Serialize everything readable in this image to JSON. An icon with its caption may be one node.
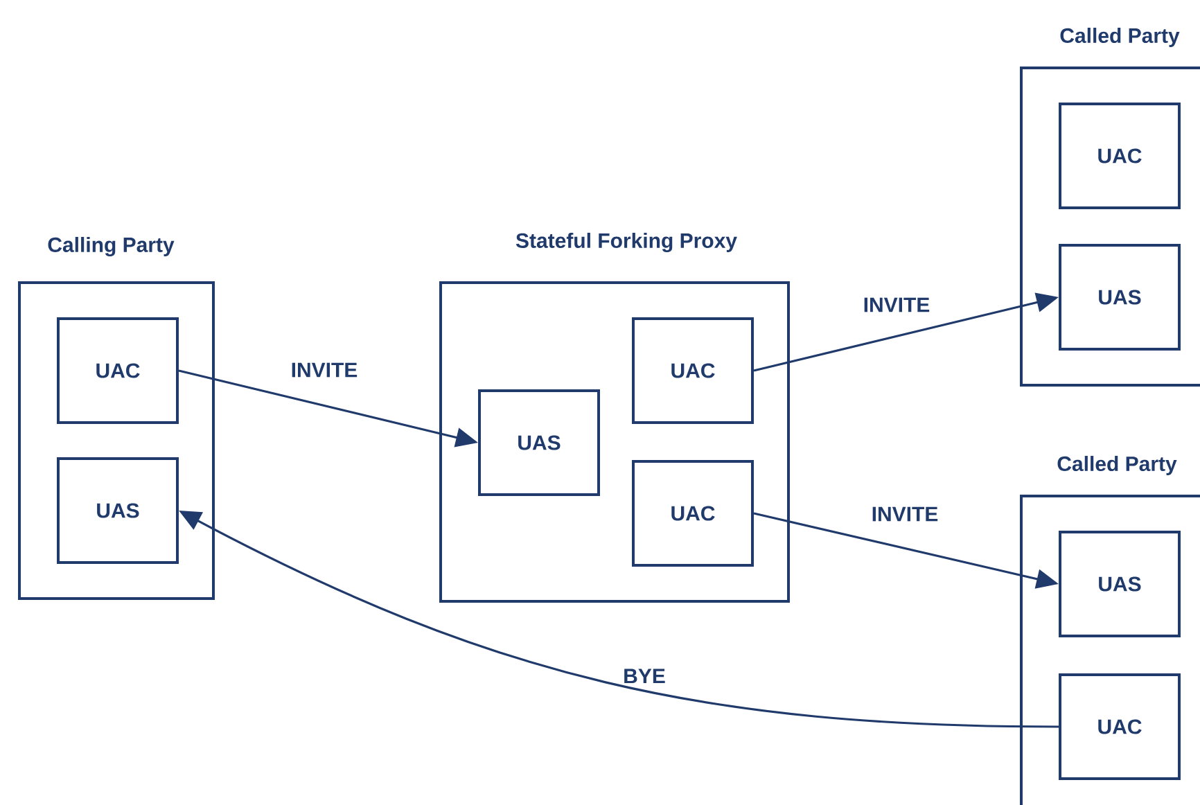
{
  "diagram": {
    "nodes": [
      {
        "text": [
          "Calling Party"
        ]
      },
      {
        "text": [
          "UAC"
        ],
        "in": 0
      },
      {
        "text": [
          "UAS"
        ],
        "in": 0
      },
      {
        "text": [
          "Stateful Forking Proxy"
        ]
      },
      {
        "text": [
          "UAS"
        ],
        "in": 3
      },
      {
        "text": [
          "UAC"
        ],
        "in": 3
      },
      {
        "text": [
          "UAC"
        ],
        "in": 3
      },
      {
        "text": [
          "Called Party"
        ]
      },
      {
        "text": [
          "UAC"
        ],
        "in": 7
      },
      {
        "text": [
          "UAS"
        ],
        "in": 7
      },
      {
        "text": [
          "Called Party"
        ]
      },
      {
        "text": [
          "UAS"
        ],
        "in": 10
      },
      {
        "text": [
          "UAC"
        ],
        "in": 10
      }
    ],
    "edges": [
      {
        "from": 1,
        "to": 4,
        "arrow": "to",
        "label": "INVITE"
      },
      {
        "from": 5,
        "to": 9,
        "arrow": "to",
        "label": "INVITE"
      },
      {
        "from": 6,
        "to": 11,
        "arrow": "to",
        "label": "INVITE"
      },
      {
        "from": 12,
        "to": 2,
        "arrow": "to",
        "label": "BYE"
      }
    ]
  }
}
